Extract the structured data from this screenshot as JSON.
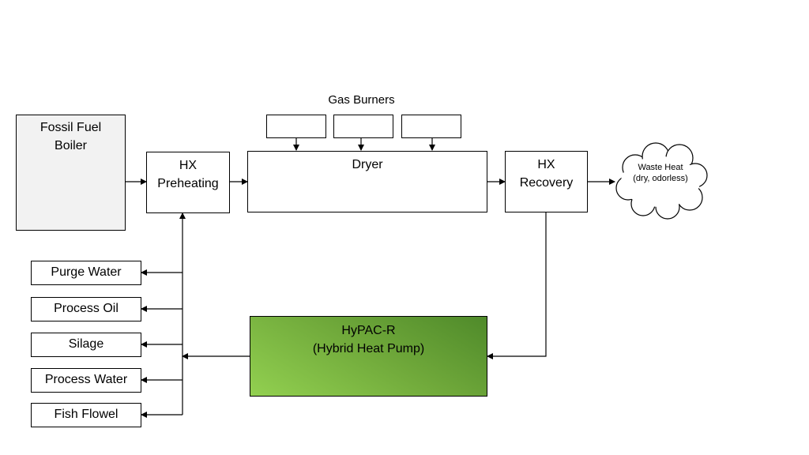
{
  "boiler": {
    "line1": "Fossil Fuel",
    "line2": "Boiler"
  },
  "hx_preheating": {
    "line1": "HX",
    "line2": "Preheating"
  },
  "dryer": {
    "label": "Dryer"
  },
  "hx_recovery": {
    "line1": "HX",
    "line2": "Recovery"
  },
  "gas_burners": {
    "title": "Gas Burners"
  },
  "waste_heat": {
    "line1": "Waste Heat",
    "line2": "(dry, odorless)"
  },
  "hypac": {
    "line1": "HyPAC-R",
    "line2": "(Hybrid Heat Pump)"
  },
  "consumers": [
    "Purge Water",
    "Process Oil",
    "Silage",
    "Process Water",
    "Fish Flowel"
  ],
  "colors": {
    "hypac_green": "#92d050",
    "boiler_fill": "#f2f2f2",
    "line": "#000000"
  }
}
